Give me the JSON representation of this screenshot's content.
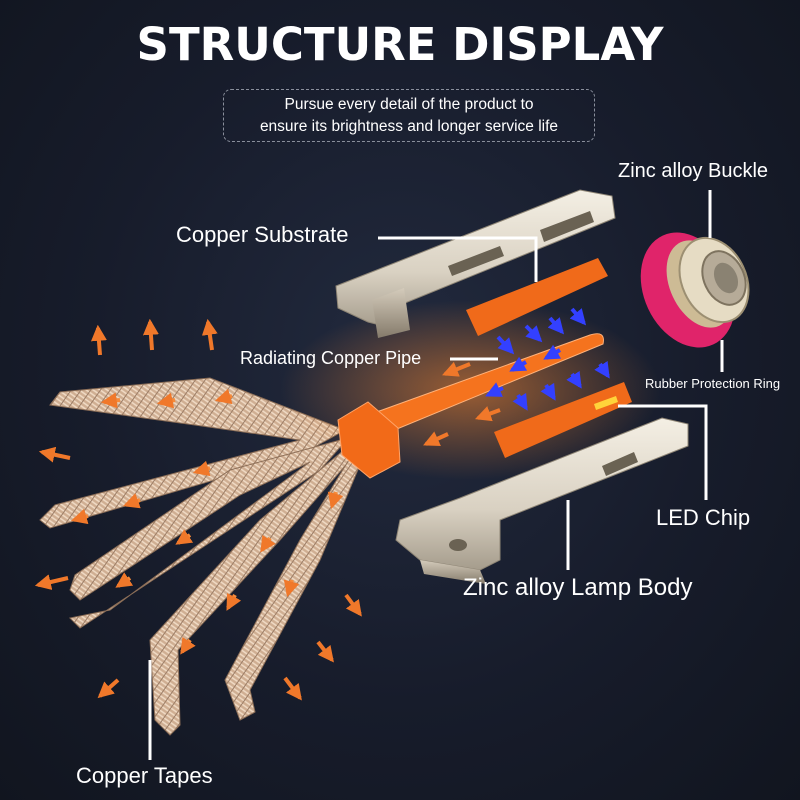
{
  "title": "STRUCTURE DISPLAY",
  "subtitle": {
    "line1": "Pursue every detail of the product to",
    "line2": "ensure its brightness and longer service life"
  },
  "labels": {
    "copper_substrate": "Copper Substrate",
    "zinc_alloy_buckle": "Zinc alloy Buckle",
    "radiating_copper_pipe": "Radiating Copper Pipe",
    "rubber_protection_ring": "Rubber Protection Ring",
    "led_chip": "LED Chip",
    "zinc_alloy_lamp_body": "Zinc alloy Lamp Body",
    "copper_tapes": "Copper Tapes"
  },
  "colors": {
    "background": "#171c2b",
    "copper_orange": "#f5731e",
    "heat_arrow": "#f0782a",
    "cool_arrow": "#2f3cff",
    "rubber_ring": "#e0246a",
    "braid": "#d9b89a",
    "metal_body": "#e3dccf",
    "leader_line": "#ffffff"
  }
}
